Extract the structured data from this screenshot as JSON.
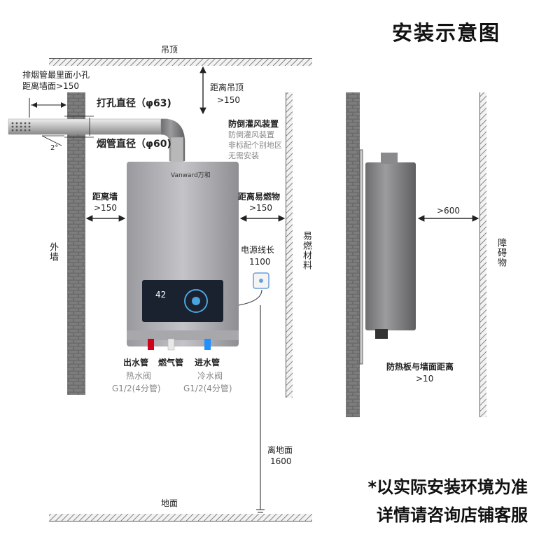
{
  "title": "安装示意图",
  "front": {
    "ceiling": "吊顶",
    "floor": "地面",
    "outer_wall": "外墙",
    "flammable": "易燃材料",
    "exhaust_note_1": "排烟管最里面小孔",
    "exhaust_note_2": "距离墙面>150",
    "hole_diameter": "打孔直径（φ63)",
    "pipe_diameter": "烟管直径（φ60)",
    "slope": "2°",
    "ceiling_dist_1": "距离吊顶",
    "ceiling_dist_2": ">150",
    "anti_backflow_title": "防倒灌风装置",
    "anti_backflow_line1": "防倒灌风装置",
    "anti_backflow_line2": "非标配个别地区",
    "anti_backflow_line3": "无需安装",
    "wall_dist_1": "距离墙",
    "wall_dist_2": ">150",
    "flammable_dist_1": "距离易燃物",
    "flammable_dist_2": ">150",
    "cord_1": "电源线长",
    "cord_2": "1100",
    "floor_dist_1": "离地面",
    "floor_dist_2": "1600",
    "brand": "Vanward万和",
    "display_temp": "42",
    "pipes": [
      {
        "name": "出水管",
        "sub1": "热水阀",
        "sub2": "G1/2(4分管)",
        "color": "#d0021b"
      },
      {
        "name": "燃气管",
        "sub1": "",
        "sub2": "",
        "color": "#e8e8e8"
      },
      {
        "name": "进水管",
        "sub1": "冷水阀",
        "sub2": "G1/2(4分管)",
        "color": "#1e90ff"
      }
    ]
  },
  "side": {
    "obstacle": "障碍物",
    "clearance": ">600",
    "shield_1": "防热板与墙面距离",
    "shield_2": ">10"
  },
  "notes": {
    "line1": "*以实际安装环境为准",
    "line2": "详情请咨询店铺客服"
  }
}
